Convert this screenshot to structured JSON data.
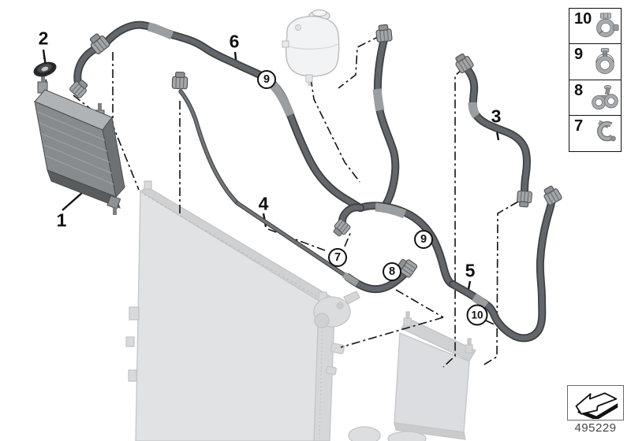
{
  "diagram": {
    "title_code": "495229",
    "stamp_icon": "direction-arrow-icon"
  },
  "callouts": {
    "item1": "1",
    "item2": "2",
    "item3": "3",
    "item4": "4",
    "item5": "5",
    "item6": "6",
    "clamp7": "7",
    "clamp8": "8",
    "clamp9_top": "9",
    "clamp9_mid": "9",
    "clamp10": "10"
  },
  "legend": {
    "items": [
      {
        "label": "10",
        "icon": "bracket-hose-clamp-icon"
      },
      {
        "label": "9",
        "icon": "screw-hose-clamp-icon"
      },
      {
        "label": "8",
        "icon": "double-hose-clamp-icon"
      },
      {
        "label": "7",
        "icon": "spring-band-clip-icon"
      }
    ]
  },
  "parts": {
    "front_auxiliary_radiator": "auxiliary-radiator-illustration",
    "grommet": "rubber-grommet-illustration",
    "expansion_tank": "coolant-expansion-tank-illustration",
    "main_radiator": "main-radiator-faded-illustration",
    "lower_auxiliary_radiator": "lower-auxiliary-radiator-faded-illustration",
    "coolant_hoses": "coolant-hose-illustrations"
  },
  "colors": {
    "hose_dark": "#3e4144",
    "hose_mid": "#63666a",
    "fitting": "#a4a7aa",
    "faded_part": "#dfe1e2",
    "line": "#131313",
    "background": "#ffffff"
  }
}
